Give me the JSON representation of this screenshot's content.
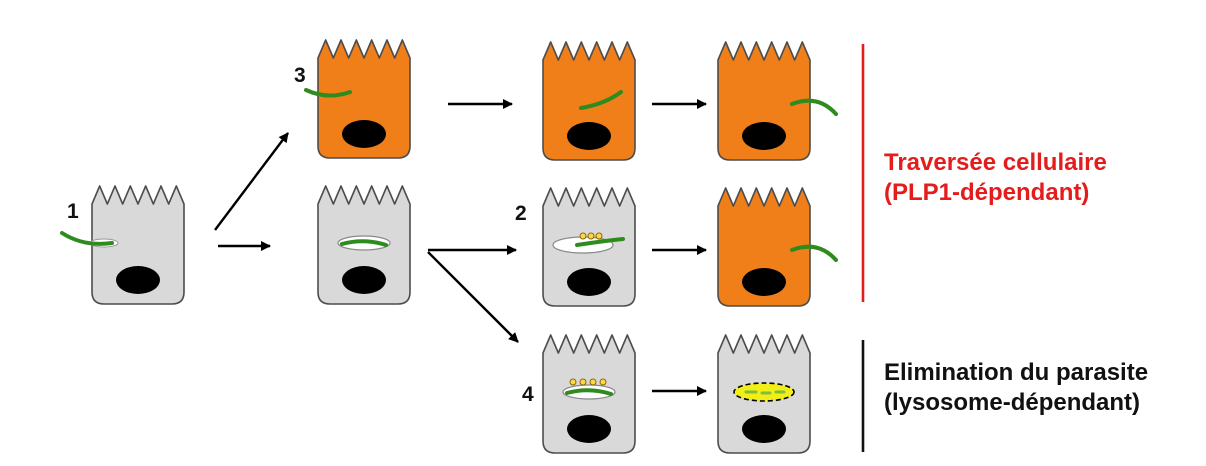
{
  "colors": {
    "cell_gray": "#d9d9d9",
    "cell_orange": "#f07f1a",
    "cell_outline": "#4d4d4d",
    "nucleus": "#000000",
    "parasite": "#2e8b1e",
    "vacuole": "#ffffff",
    "lysosome": "#ffd54a",
    "lysosome_fill": "#f2ee18",
    "arrow": "#000000",
    "traversal": "#e41c1c",
    "elimination": "#111111"
  },
  "step_labels": [
    "1",
    "2",
    "3",
    "4"
  ],
  "traversal": {
    "line1": "Traversée cellulaire",
    "line2": "(PLP1-dépendant)"
  },
  "elimination": {
    "line1": "Elimination du parasite",
    "line2": "(lysosome-dépendant)"
  }
}
